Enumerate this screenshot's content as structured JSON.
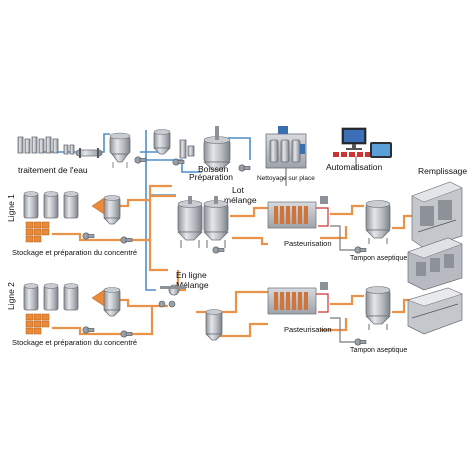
{
  "labels": {
    "water_treatment": "traitement de l'eau",
    "drink_prep_1": "Boisson",
    "drink_prep_2": "Préparation",
    "cip": "Nettoyage sur place",
    "automation": "Automatisation",
    "filling": "Remplissage",
    "batch_1": "Lot",
    "batch_2": "mélange",
    "line_1": "Ligne 1",
    "line_2": "Ligne 2",
    "storage_1": "Stockage et préparation du concentré",
    "storage_2": "Stockage et préparation du concentré",
    "inline_1": "En ligne",
    "inline_2": "Mélange",
    "pasteurisation_1": "Pasteurisation",
    "pasteurisation_2": "Pasteurisation",
    "aseptic_1": "Tampon aseptique",
    "aseptic_2": "Tampon aseptique"
  },
  "colors": {
    "product_pipe": "#e8924a",
    "water_pipe": "#4f8fc9",
    "utility_pipe": "#7a7a7a",
    "steel": "#b8bcc2",
    "crate": "#e88a3a"
  }
}
